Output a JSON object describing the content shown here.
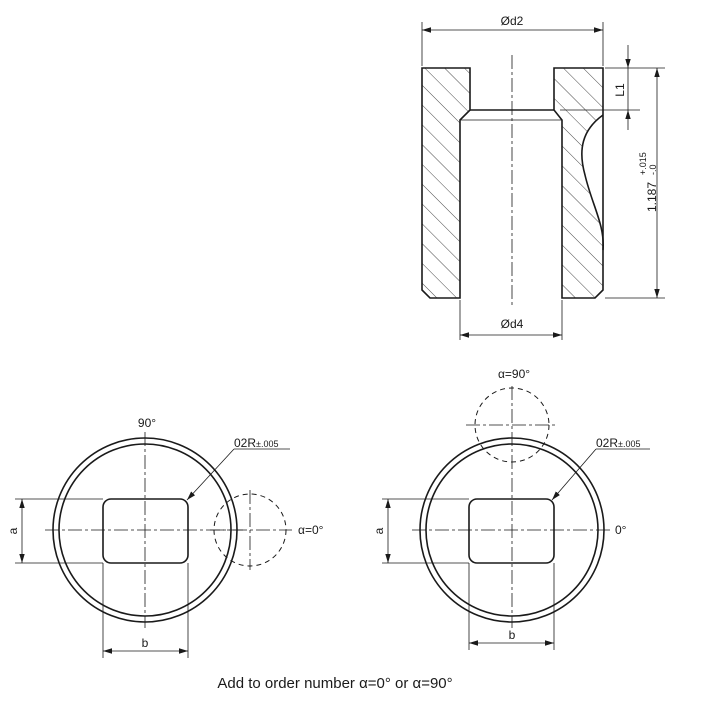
{
  "side_view": {
    "dim_d2": "Ød2",
    "dim_d4": "Ød4",
    "dim_l1": "L1",
    "dim_length": "1.187",
    "tol_upper": "+.015",
    "tol_lower": "-.0"
  },
  "view_left": {
    "angle_top": "90°",
    "angle_right": "α=0°",
    "radius_label": "02R",
    "radius_tol": "±.005",
    "dim_a": "a",
    "dim_b": "b"
  },
  "view_right": {
    "angle_top": "α=90°",
    "angle_right": "0°",
    "radius_label": "02R",
    "radius_tol": "±.005",
    "dim_a": "a",
    "dim_b": "b"
  },
  "caption": "Add to order number α=0° or α=90°"
}
